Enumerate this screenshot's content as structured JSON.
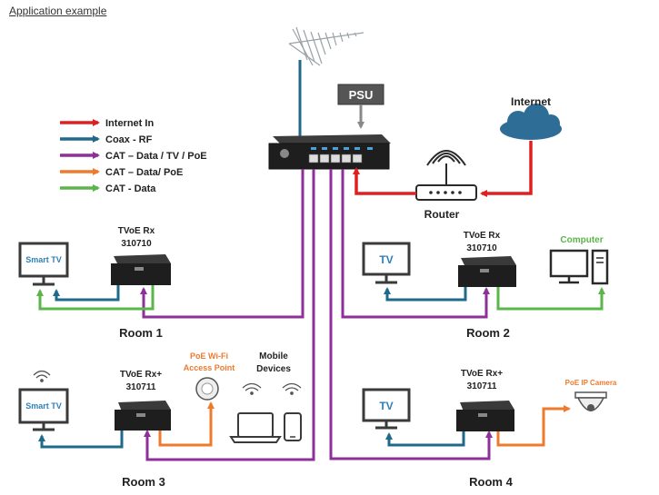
{
  "title": "Application example",
  "legend": [
    {
      "label": "Internet In",
      "color": "#e02020"
    },
    {
      "label": "Coax - RF",
      "color": "#1f6a8a"
    },
    {
      "label": "CAT – Data / TV / PoE",
      "color": "#8e2f9a"
    },
    {
      "label": "CAT – Data/ PoE",
      "color": "#ee7a2e"
    },
    {
      "label": "CAT - Data",
      "color": "#5bb54a"
    }
  ],
  "psu": "PSU",
  "internet": "Internet",
  "router": "Router",
  "rx": {
    "room1": {
      "model": "TVoE Rx",
      "code": "310710"
    },
    "room2": {
      "model": "TVoE Rx",
      "code": "310710"
    },
    "room3": {
      "model": "TVoE Rx+",
      "code": "310711"
    },
    "room4": {
      "model": "TVoE Rx+",
      "code": "310711"
    }
  },
  "tv": {
    "smart1": "Smart TV",
    "room2": "TV",
    "smart3": "Smart TV",
    "room4": "TV"
  },
  "computer": "Computer",
  "poe_ap": [
    "PoE Wi-Fi",
    "Access Point"
  ],
  "mobile": [
    "Mobile",
    "Devices"
  ],
  "ip_camera": "PoE IP Camera",
  "rooms": {
    "r1": "Room 1",
    "r2": "Room 2",
    "r3": "Room 3",
    "r4": "Room 4"
  },
  "colors": {
    "internet": "#e02020",
    "coax": "#1f6a8a",
    "cat_tv": "#8e2f9a",
    "cat_poe": "#ee7a2e",
    "cat_data": "#5bb54a",
    "device": "#2a2a2a",
    "tvframe": "#3a3a3a",
    "tvtext": "#2f7fb8",
    "orange_text": "#ee7a2e",
    "green_text": "#5bb54a",
    "cloud": "#2e6d96",
    "psu_bg": "#555555"
  }
}
